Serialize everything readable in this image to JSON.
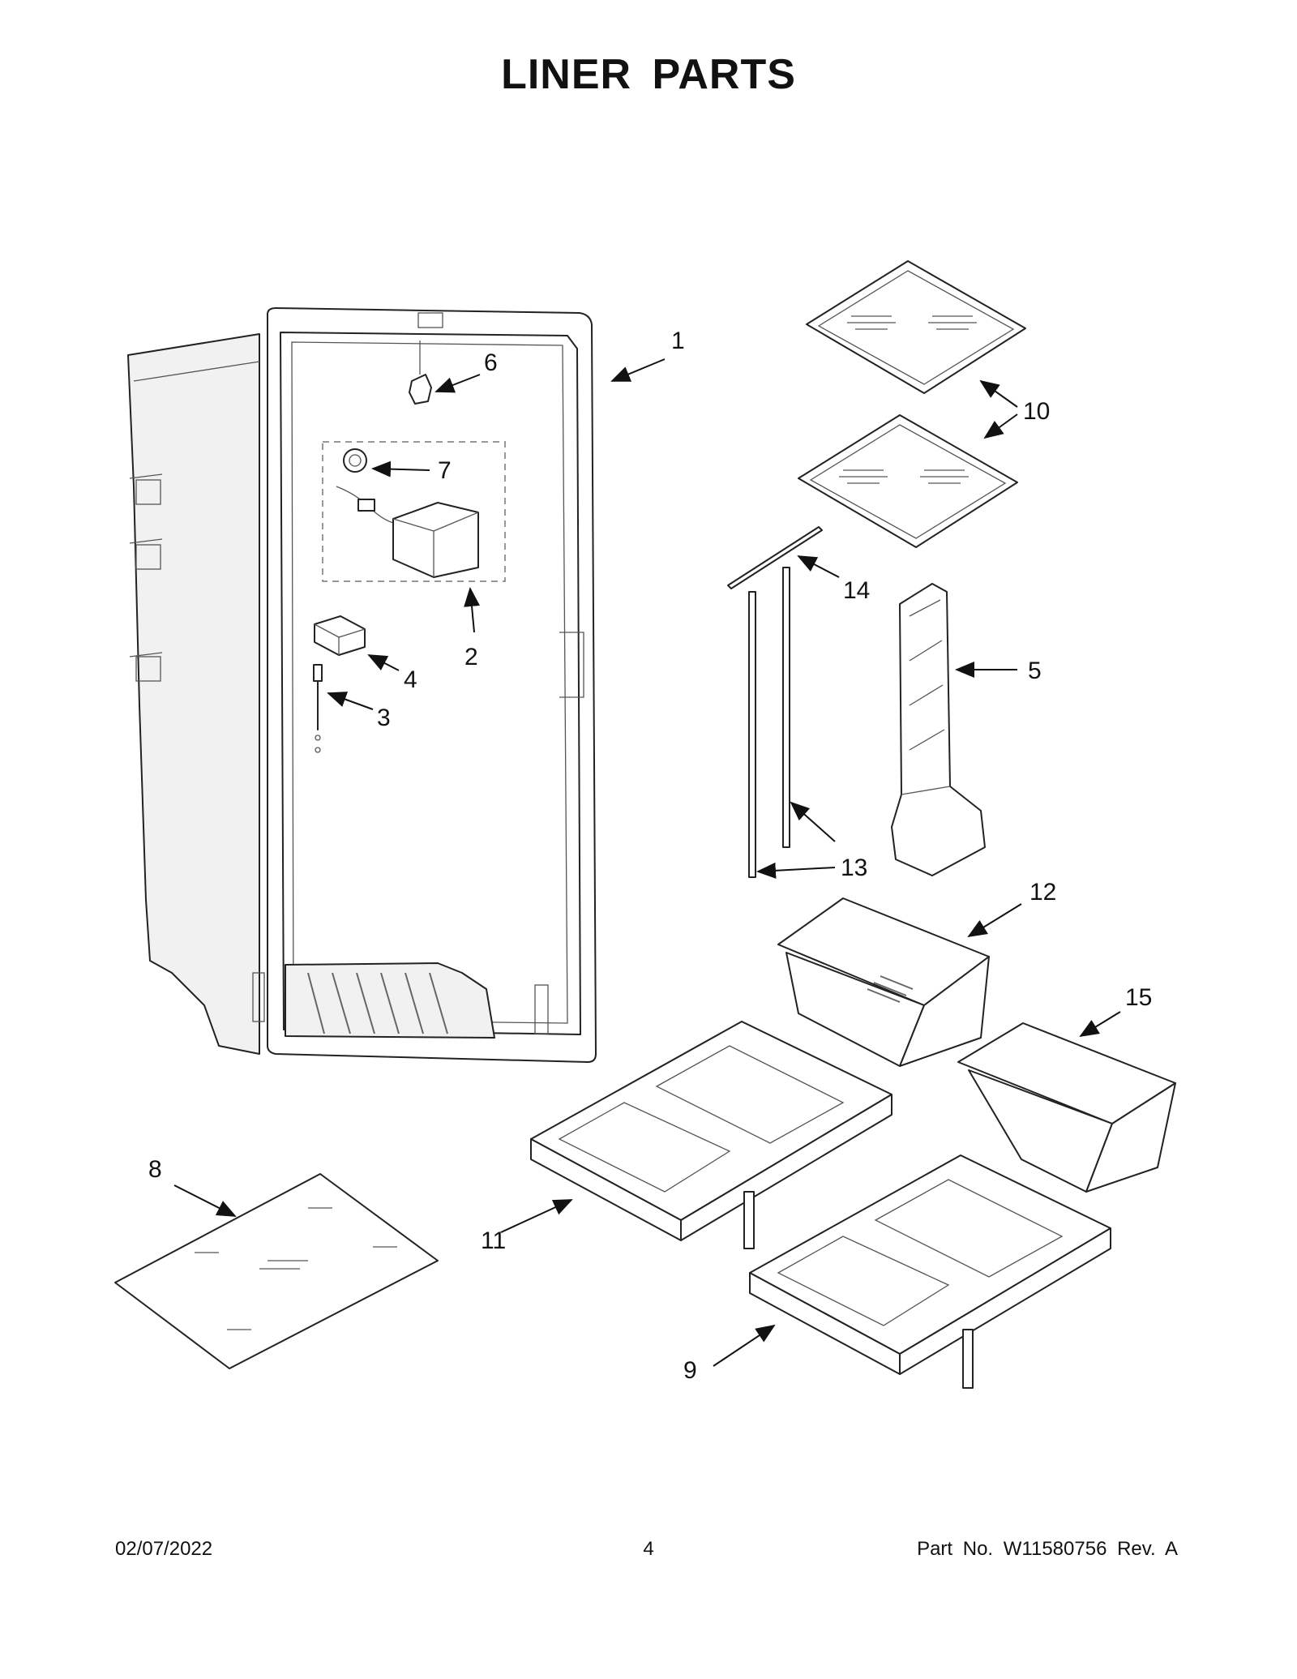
{
  "title": "LINER PARTS",
  "callouts": [
    {
      "id": "1",
      "label": "1"
    },
    {
      "id": "2",
      "label": "2"
    },
    {
      "id": "3",
      "label": "3"
    },
    {
      "id": "4",
      "label": "4"
    },
    {
      "id": "5",
      "label": "5"
    },
    {
      "id": "6",
      "label": "6"
    },
    {
      "id": "7",
      "label": "7"
    },
    {
      "id": "8",
      "label": "8"
    },
    {
      "id": "9",
      "label": "9"
    },
    {
      "id": "10",
      "label": "10"
    },
    {
      "id": "11",
      "label": "11"
    },
    {
      "id": "12",
      "label": "12"
    },
    {
      "id": "13",
      "label": "13"
    },
    {
      "id": "14",
      "label": "14"
    },
    {
      "id": "15",
      "label": "15"
    }
  ],
  "footer": {
    "date": "02/07/2022",
    "page": "4",
    "part_no": "Part No.  W11580756  Rev.  A"
  }
}
